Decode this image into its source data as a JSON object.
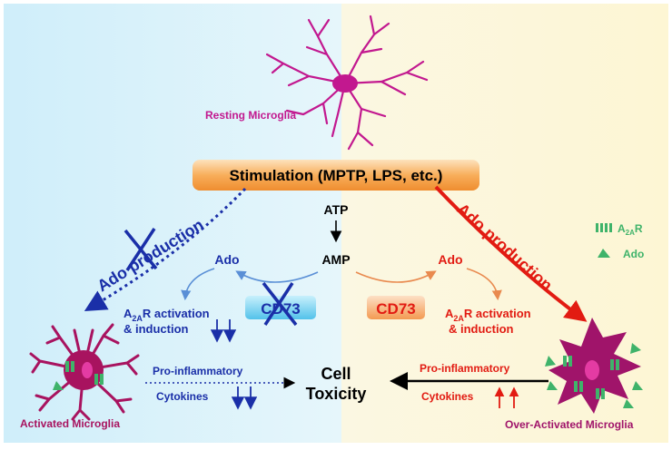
{
  "resting_label": "Resting Microglia",
  "stimulation_label": "Stimulation (MPTP, LPS, etc.)",
  "atp_label": "ATP",
  "amp_label": "AMP",
  "left": {
    "ado_production": "Ado production",
    "ado": "Ado",
    "cd73": "CD73",
    "activation_line1_prefix": "A",
    "activation_line1_sub": "2A",
    "activation_line1_suffix": "R activation",
    "activation_line2": "& induction",
    "pro_inflammatory": "Pro-inflammatory",
    "cytokines": "Cytokines",
    "cell_label": "Activated Microglia"
  },
  "right": {
    "ado_production": "Ado production",
    "ado": "Ado",
    "cd73": "CD73",
    "activation_line1_prefix": "A",
    "activation_line1_sub": "2A",
    "activation_line1_suffix": "R activation",
    "activation_line2": "& induction",
    "pro_inflammatory": "Pro-inflammatory",
    "cytokines": "Cytokines",
    "cell_label": "Over-Activated Microglia"
  },
  "center_label_line1": "Cell",
  "center_label_line2": "Toxicity",
  "legend": {
    "receptor_prefix": "A",
    "receptor_sub": "2A",
    "receptor_suffix": "R",
    "ado": "Ado"
  },
  "colors": {
    "left_bg": "#d9f2fb",
    "right_bg": "#fdf8dc",
    "blue": "#1a2fa8",
    "red": "#e21b12",
    "magenta": "#c2188f",
    "green": "#3fb36a",
    "stim_orange": "#f7a244",
    "cd73_blue": "#7fd3f0",
    "cd73_orange": "#f6a764"
  }
}
